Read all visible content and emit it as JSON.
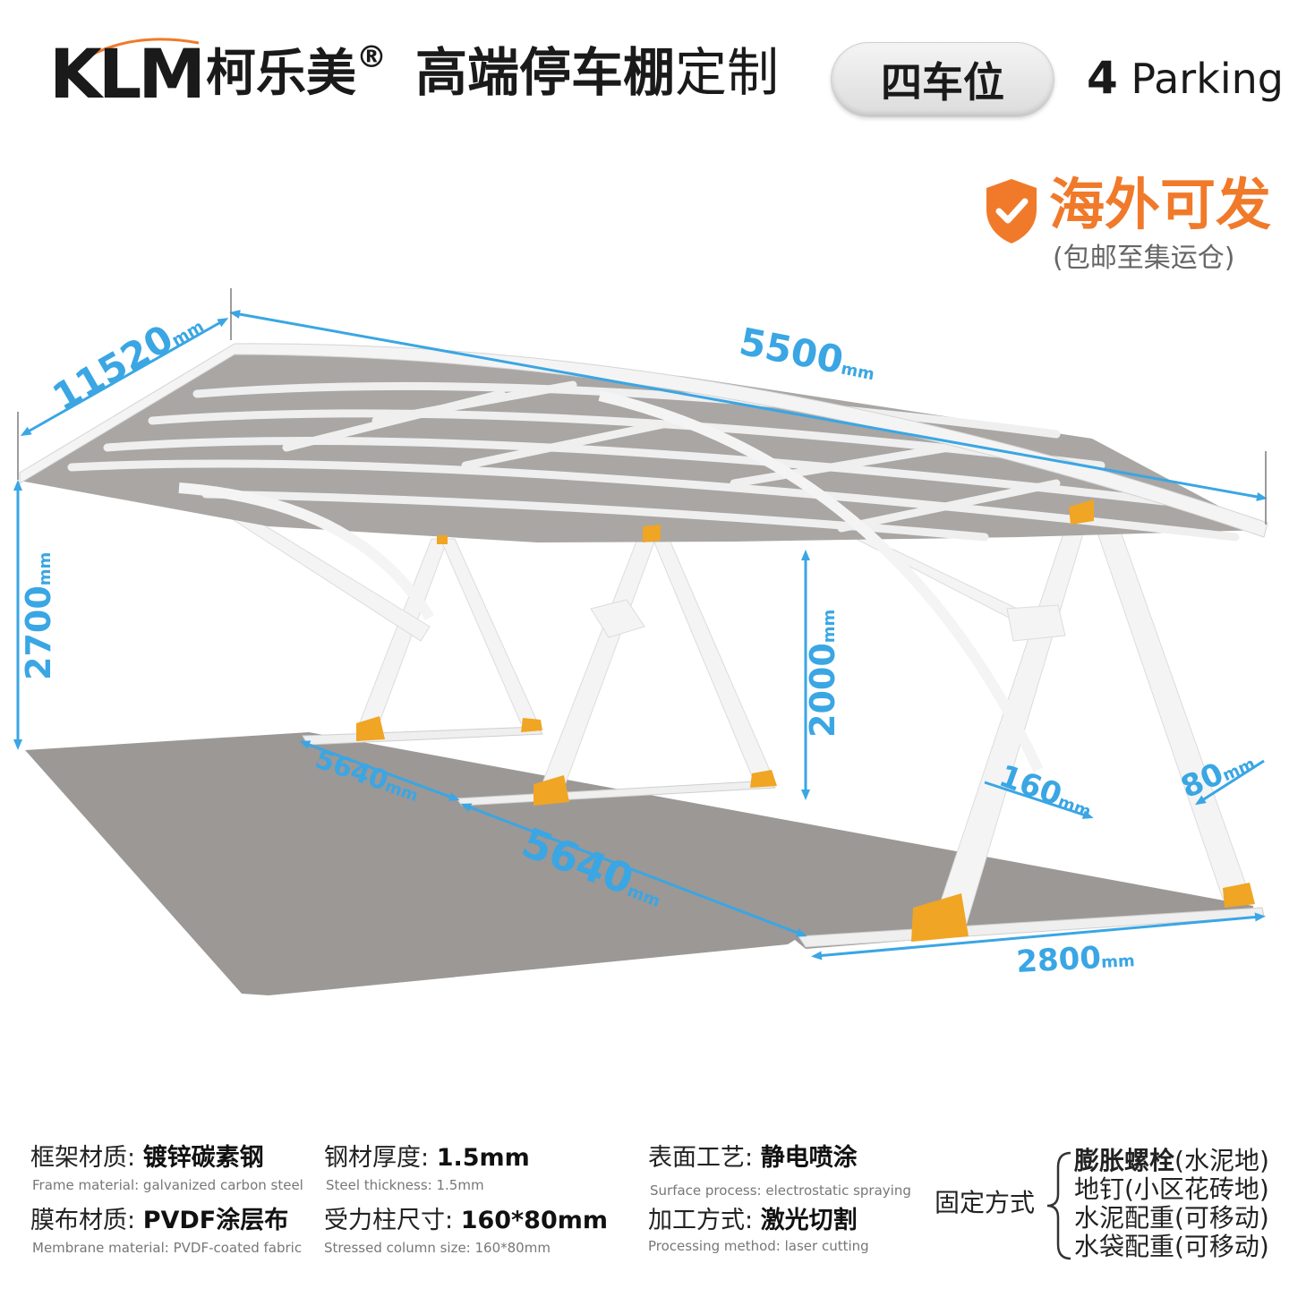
{
  "header": {
    "brand_latin": "KLM",
    "brand_cn": "柯乐美",
    "brand_reg": "®",
    "title_strong": "高端停车棚",
    "title_light": "定制",
    "badge": "四车位",
    "parking_num": "4",
    "parking_word": "Parking"
  },
  "overseas": {
    "title": "海外可发",
    "subtitle": "(包邮至集运仓)"
  },
  "dimensions": {
    "unit": "mm",
    "depth": "11520",
    "length": "5500",
    "total_height": "2700",
    "clear_height": "2000",
    "bay_a": "5640",
    "bay_b": "5640",
    "column_w": "160",
    "column_d": "80",
    "base": "2800"
  },
  "specs": {
    "frame_k": "框架材质: ",
    "frame_v": "镀锌碳素钢",
    "frame_en": "Frame material: galvanized carbon steel",
    "membrane_k": "膜布材质: ",
    "membrane_v": "PVDF涂层布",
    "membrane_en": "Membrane material: PVDF-coated fabric",
    "thick_k": "钢材厚度: ",
    "thick_v": "1.5mm",
    "thick_en": "Steel thickness: 1.5mm",
    "column_k": "受力柱尺寸: ",
    "column_v": "160*80mm",
    "column_en": "Stressed column size: 160*80mm",
    "surface_k": "表面工艺: ",
    "surface_v": "静电喷涂",
    "surface_en": "Surface process: electrostatic spraying",
    "process_k": "加工方式: ",
    "process_v": "激光切割",
    "process_en": "Processing method: laser cutting"
  },
  "fixing": {
    "label": "固定方式",
    "items": [
      {
        "b": "膨胀螺栓",
        "n": "(水泥地)"
      },
      {
        "b": "",
        "n": "地钉(小区花砖地)"
      },
      {
        "b": "",
        "n": "水泥配重(可移动)"
      },
      {
        "b": "",
        "n": "水袋配重(可移动)"
      }
    ]
  },
  "colors": {
    "accent": "#f07a2a",
    "dimension": "#3aa6e4",
    "ground": "#9b9896",
    "canopy": "#a9a6a4",
    "steel": "#f2f2f2",
    "footing": "#f0a524"
  }
}
